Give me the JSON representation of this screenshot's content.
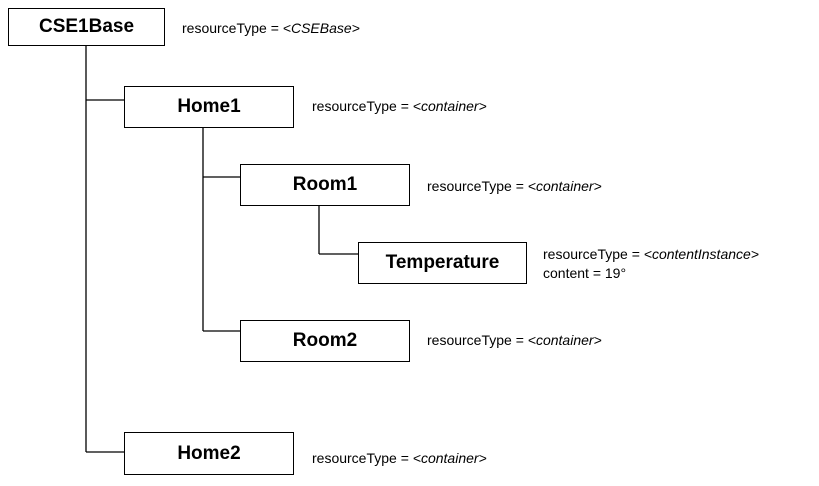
{
  "nodes": {
    "cse1base": {
      "name": "CSE1Base",
      "attr_label": "resourceType = ",
      "attr_value": "<CSEBase>"
    },
    "home1": {
      "name": "Home1",
      "attr_label": "resourceType = ",
      "attr_value": "<container>"
    },
    "room1": {
      "name": "Room1",
      "attr_label": "resourceType = ",
      "attr_value": "<container>"
    },
    "temperature": {
      "name": "Temperature",
      "attr_label": "resourceType = ",
      "attr_value": "<contentInstance>",
      "content_label": "content = 19°"
    },
    "room2": {
      "name": "Room2",
      "attr_label": "resourceType = ",
      "attr_value": "<container>"
    },
    "home2": {
      "name": "Home2",
      "attr_label": "resourceType = ",
      "attr_value": "<container>"
    }
  }
}
